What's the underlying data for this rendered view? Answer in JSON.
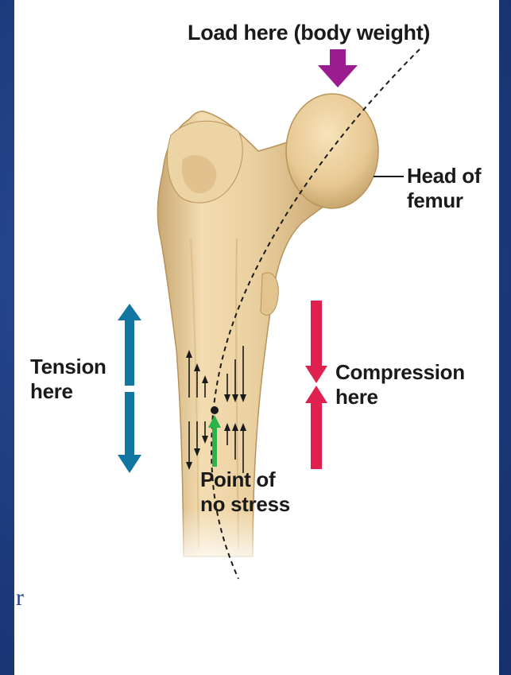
{
  "labels": {
    "load": "Load here (body weight)",
    "head_line1": "Head of",
    "head_line2": "femur",
    "tension_line1": "Tension",
    "tension_line2": "here",
    "compression_line1": "Compression",
    "compression_line2": "here",
    "nostress_line1": "Point of",
    "nostress_line2": "no stress"
  },
  "slide_fragment": "r",
  "colors": {
    "slide_background": "#1d3a7c",
    "bone": "#e9cc9a",
    "load_arrow": "#9b1c8e",
    "tension_arrow": "#1276a3",
    "compression_arrow": "#e0204f",
    "no_stress_arrow": "#2bb34a"
  },
  "icons": [
    "load-arrow-icon",
    "tension-double-arrow-icon",
    "compression-arrows-icon",
    "no-stress-arrow-icon"
  ]
}
